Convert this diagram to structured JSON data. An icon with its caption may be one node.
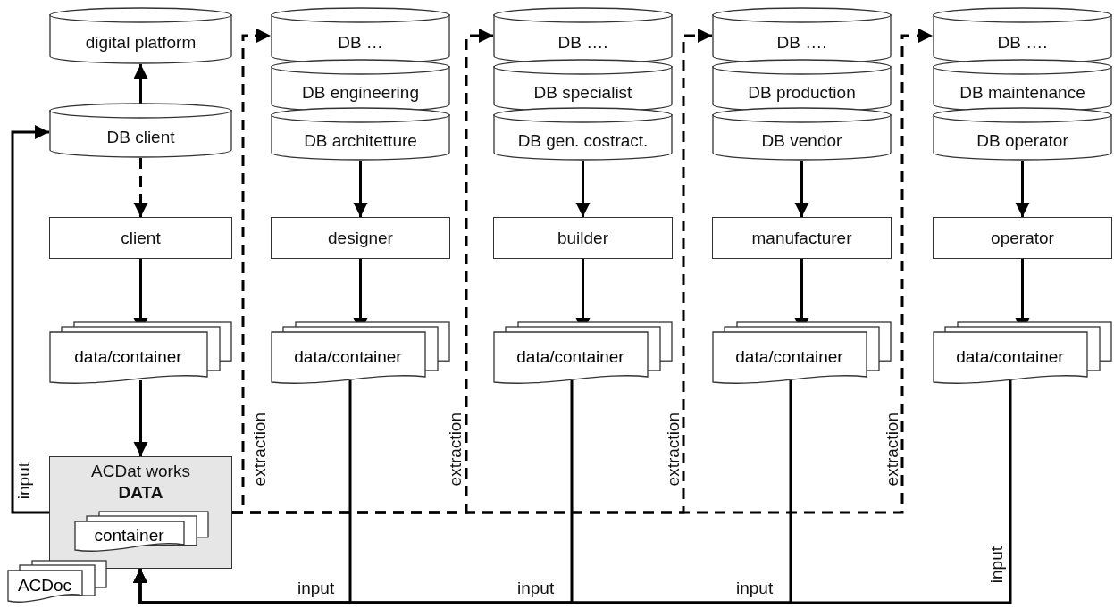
{
  "diagram": {
    "nodes": [
      {
        "text": [
          "digital platform"
        ]
      },
      {
        "text": [
          "DB client"
        ]
      },
      {
        "text": [
          "client"
        ]
      },
      {
        "text": [
          "data/container"
        ]
      },
      {
        "text": [
          "ACDat works",
          "DATA"
        ]
      },
      {
        "text": [
          "container"
        ],
        "in": 4
      },
      {
        "text": [
          "ACDoc"
        ]
      },
      {
        "text": [
          "DB …"
        ]
      },
      {
        "text": [
          "DB engineering"
        ]
      },
      {
        "text": [
          "DB architetture"
        ]
      },
      {
        "text": [
          "designer"
        ]
      },
      {
        "text": [
          "data/container"
        ]
      },
      {
        "text": [
          "DB …."
        ]
      },
      {
        "text": [
          "DB specialist"
        ]
      },
      {
        "text": [
          "DB gen. costract."
        ]
      },
      {
        "text": [
          "builder"
        ]
      },
      {
        "text": [
          "data/container"
        ]
      },
      {
        "text": [
          "DB …."
        ]
      },
      {
        "text": [
          "DB production"
        ]
      },
      {
        "text": [
          "DB vendor"
        ]
      },
      {
        "text": [
          "manufacturer"
        ]
      },
      {
        "text": [
          "data/container"
        ]
      },
      {
        "text": [
          "DB …."
        ]
      },
      {
        "text": [
          "DB maintenance"
        ]
      },
      {
        "text": [
          "DB operator"
        ]
      },
      {
        "text": [
          "operator"
        ]
      },
      {
        "text": [
          "data/container"
        ]
      }
    ],
    "edges": [
      {
        "from": 1,
        "to": 0,
        "arrow": "to"
      },
      {
        "from": 1,
        "to": 2,
        "arrow": "to",
        "style": "dashed"
      },
      {
        "from": 2,
        "to": 3,
        "arrow": "to"
      },
      {
        "from": 3,
        "to": 4,
        "arrow": "to"
      },
      {
        "from": 4,
        "to": 1,
        "arrow": "to",
        "label": "input"
      },
      {
        "from": 4,
        "to": 7,
        "arrow": "to",
        "style": "dashed",
        "label": "extraction"
      },
      {
        "from": 4,
        "to": 12,
        "arrow": "to",
        "style": "dashed",
        "label": "extraction"
      },
      {
        "from": 4,
        "to": 17,
        "arrow": "to",
        "style": "dashed",
        "label": "extraction"
      },
      {
        "from": 4,
        "to": 22,
        "arrow": "to",
        "style": "dashed",
        "label": "extraction"
      },
      {
        "from": 9,
        "to": 10,
        "arrow": "to"
      },
      {
        "from": 10,
        "to": 11,
        "arrow": "to"
      },
      {
        "from": 14,
        "to": 15,
        "arrow": "to"
      },
      {
        "from": 15,
        "to": 16,
        "arrow": "to"
      },
      {
        "from": 19,
        "to": 20,
        "arrow": "to"
      },
      {
        "from": 20,
        "to": 21,
        "arrow": "to"
      },
      {
        "from": 24,
        "to": 25,
        "arrow": "to"
      },
      {
        "from": 25,
        "to": 26,
        "arrow": "to"
      },
      {
        "from": 11,
        "to": 4,
        "arrow": "to",
        "label": "input"
      },
      {
        "from": 16,
        "to": 4,
        "arrow": "to",
        "label": "input"
      },
      {
        "from": 21,
        "to": 4,
        "arrow": "to",
        "label": "input"
      },
      {
        "from": 26,
        "to": 4,
        "arrow": "to",
        "label": "input"
      }
    ]
  }
}
